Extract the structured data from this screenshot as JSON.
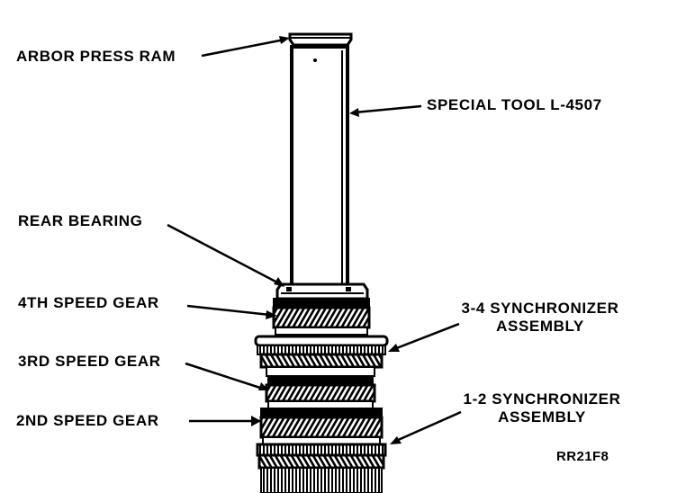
{
  "labels": {
    "arbor_press_ram": "ARBOR PRESS RAM",
    "special_tool": "SPECIAL TOOL L-4507",
    "rear_bearing": "REAR BEARING",
    "fourth_speed_gear": "4TH SPEED GEAR",
    "third_speed_gear": "3RD SPEED GEAR",
    "second_speed_gear": "2ND SPEED GEAR",
    "sync_34_line1": "3-4 SYNCHRONIZER",
    "sync_34_line2": "ASSEMBLY",
    "sync_12_line1": "1-2 SYNCHRONIZER",
    "sync_12_line2": "ASSEMBLY",
    "figure_code": "RR21F8"
  },
  "colors": {
    "ink": "#000000",
    "paper": "#ffffff"
  }
}
